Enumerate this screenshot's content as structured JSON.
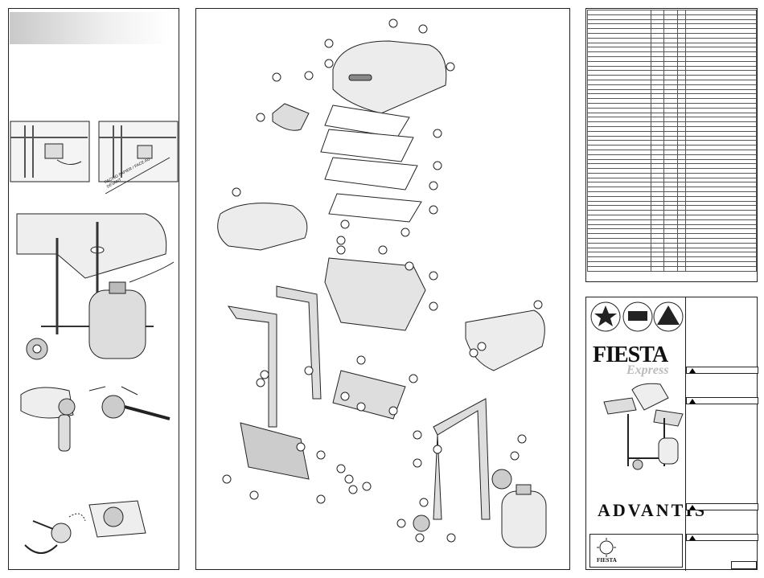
{
  "callout_label": "PACING PAPIER / FACE AU DEVANT",
  "brand": {
    "logo": "FIESTA",
    "logo_sub": "Express",
    "maker": "ADVANTIS",
    "footer_logo": "FIESTA"
  },
  "seals": [
    "seal-1-icon",
    "seal-2-icon",
    "seal-3-icon"
  ],
  "colors": {
    "line": "#222222",
    "header_gradient": "#c9c9c9",
    "paper": "#ffffff"
  },
  "part_callouts": 60,
  "table_rows": 56
}
